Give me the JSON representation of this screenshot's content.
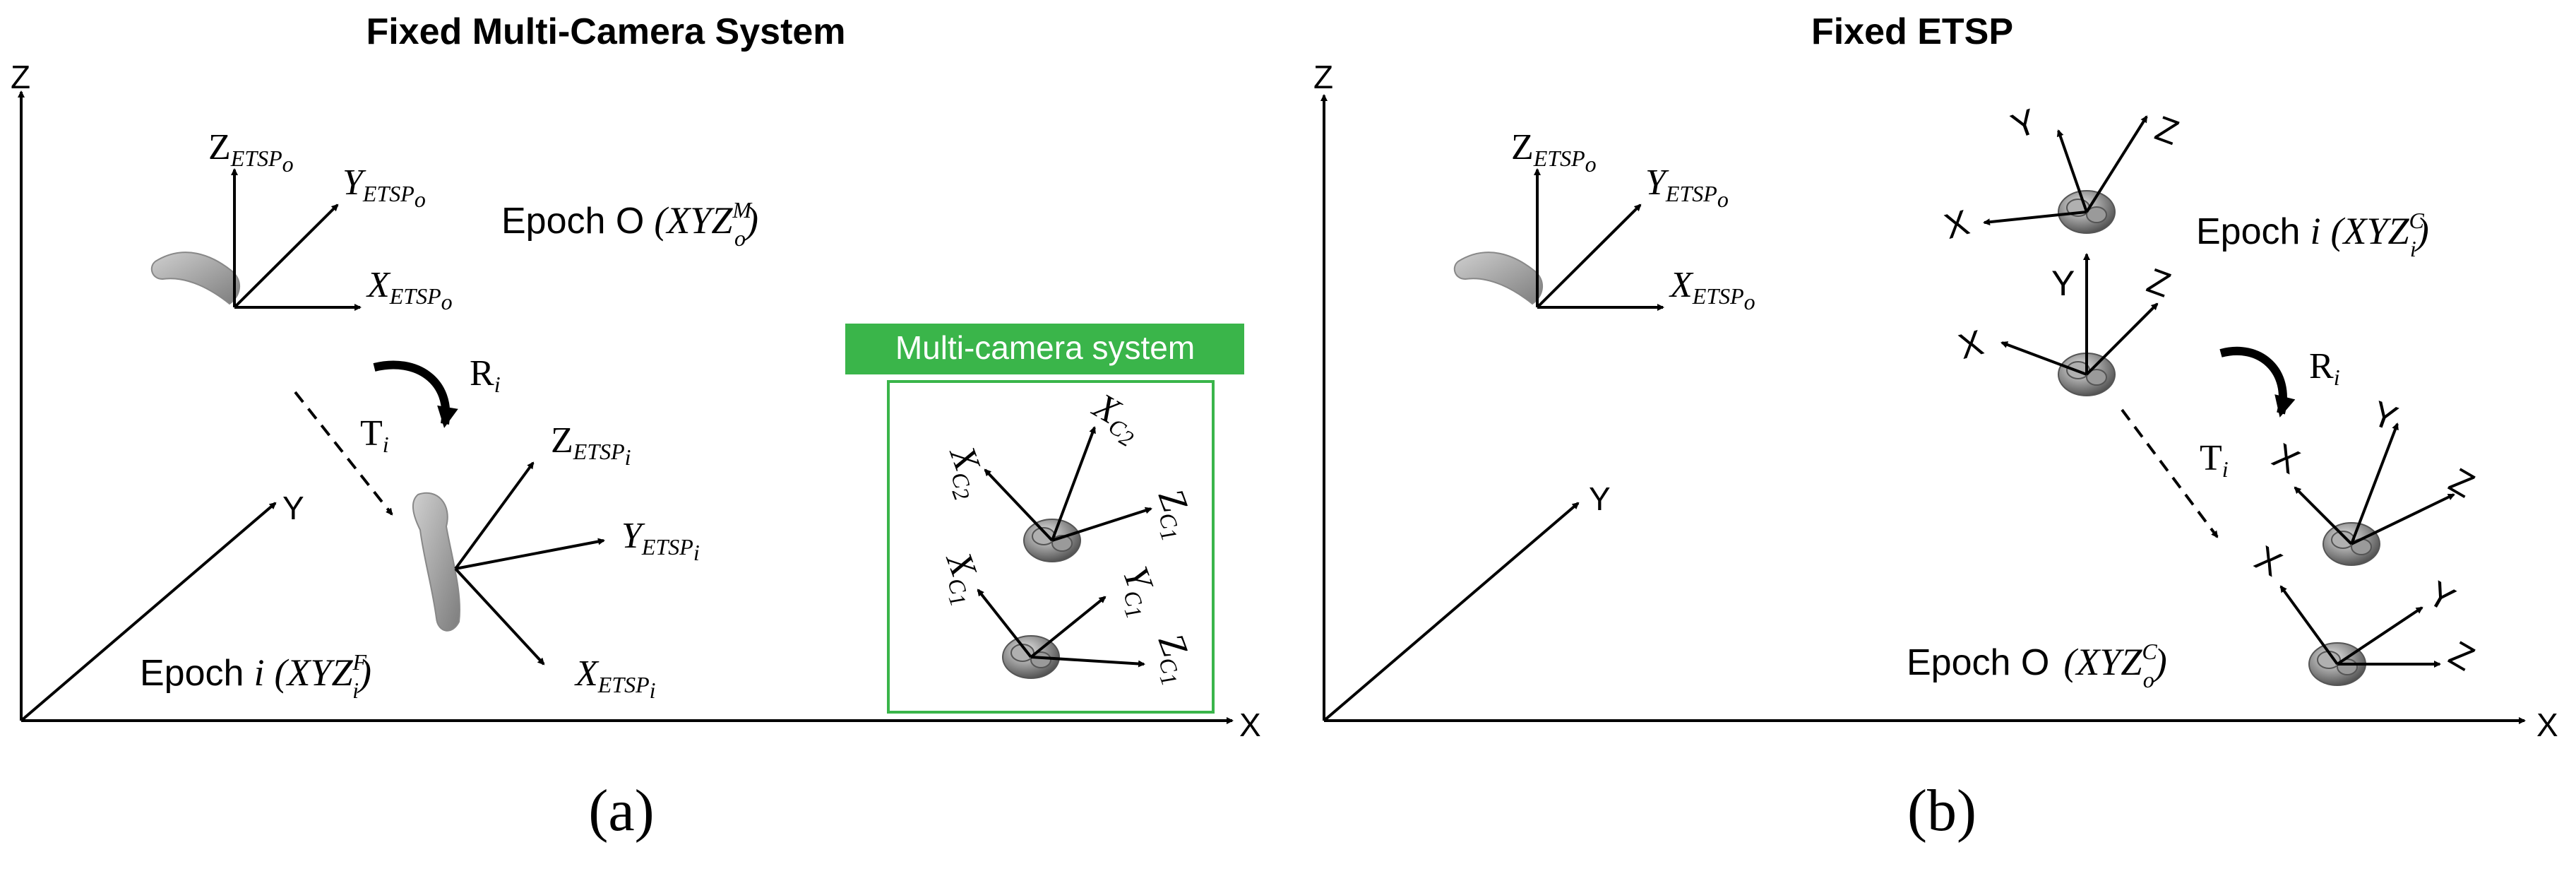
{
  "panel_a": {
    "title": "Fixed Multi-Camera System",
    "caption": "(a)",
    "axes": {
      "z": "Z",
      "x": "X",
      "y": "Y"
    },
    "frame0": {
      "z": "Z",
      "z_sub": "ETSP",
      "z_subsub": "o",
      "y": "Y",
      "y_sub": "ETSP",
      "y_subsub": "o",
      "x": "X",
      "x_sub": "ETSP",
      "x_subsub": "o"
    },
    "epoch0": {
      "text": "Epoch O",
      "math": "(XYZ",
      "sup": "M",
      "sub": "o",
      "close": ")"
    },
    "rotation": {
      "main": "R",
      "sub": "i"
    },
    "translation": {
      "main": "T",
      "sub": "i"
    },
    "framei": {
      "z": "Z",
      "z_sub": "ETSP",
      "z_subsub": "i",
      "y": "Y",
      "y_sub": "ETSP",
      "y_subsub": "i",
      "x": "X",
      "x_sub": "ETSP",
      "x_subsub": "i"
    },
    "epochi": {
      "text": "Epoch",
      "i": "i",
      "math": "(XYZ",
      "sup": "F",
      "sub": "i",
      "close": ")"
    },
    "multicam": {
      "label": "Multi-camera system",
      "color": "#3ab54a",
      "labels": {
        "xc2a": "X",
        "xc2a_sub": "C",
        "xc2a_subsub": "2",
        "xc2b": "X",
        "xc2b_sub": "C",
        "xc2b_subsub": "2",
        "zc1a": "Z",
        "zc1a_sub": "C",
        "zc1a_subsub": "1",
        "xc1": "X",
        "xc1_sub": "C",
        "xc1_subsub": "1",
        "yc1": "Y",
        "yc1_sub": "C",
        "yc1_subsub": "1",
        "zc1b": "Z",
        "zc1b_sub": "C",
        "zc1b_subsub": "1"
      }
    }
  },
  "panel_b": {
    "title": "Fixed ETSP",
    "caption": "(b)",
    "axes": {
      "z": "Z",
      "x": "X",
      "y": "Y"
    },
    "frame0": {
      "z": "Z",
      "z_sub": "ETSP",
      "z_subsub": "o",
      "y": "Y",
      "y_sub": "ETSP",
      "y_subsub": "o",
      "x": "X",
      "x_sub": "ETSP",
      "x_subsub": "o"
    },
    "cam_labels": {
      "y": "Y",
      "z": "Z",
      "x": "X"
    },
    "epochi": {
      "text": "Epoch",
      "i": "i",
      "math": "(XYZ",
      "sup": "C",
      "sub": "i",
      "close": ")"
    },
    "rotation": {
      "main": "R",
      "sub": "i"
    },
    "translation": {
      "main": "T",
      "sub": "i"
    },
    "epoch0": {
      "text": "Epoch O",
      "math": "(XYZ",
      "sup": "C",
      "sub": "o",
      "close": ")"
    }
  }
}
